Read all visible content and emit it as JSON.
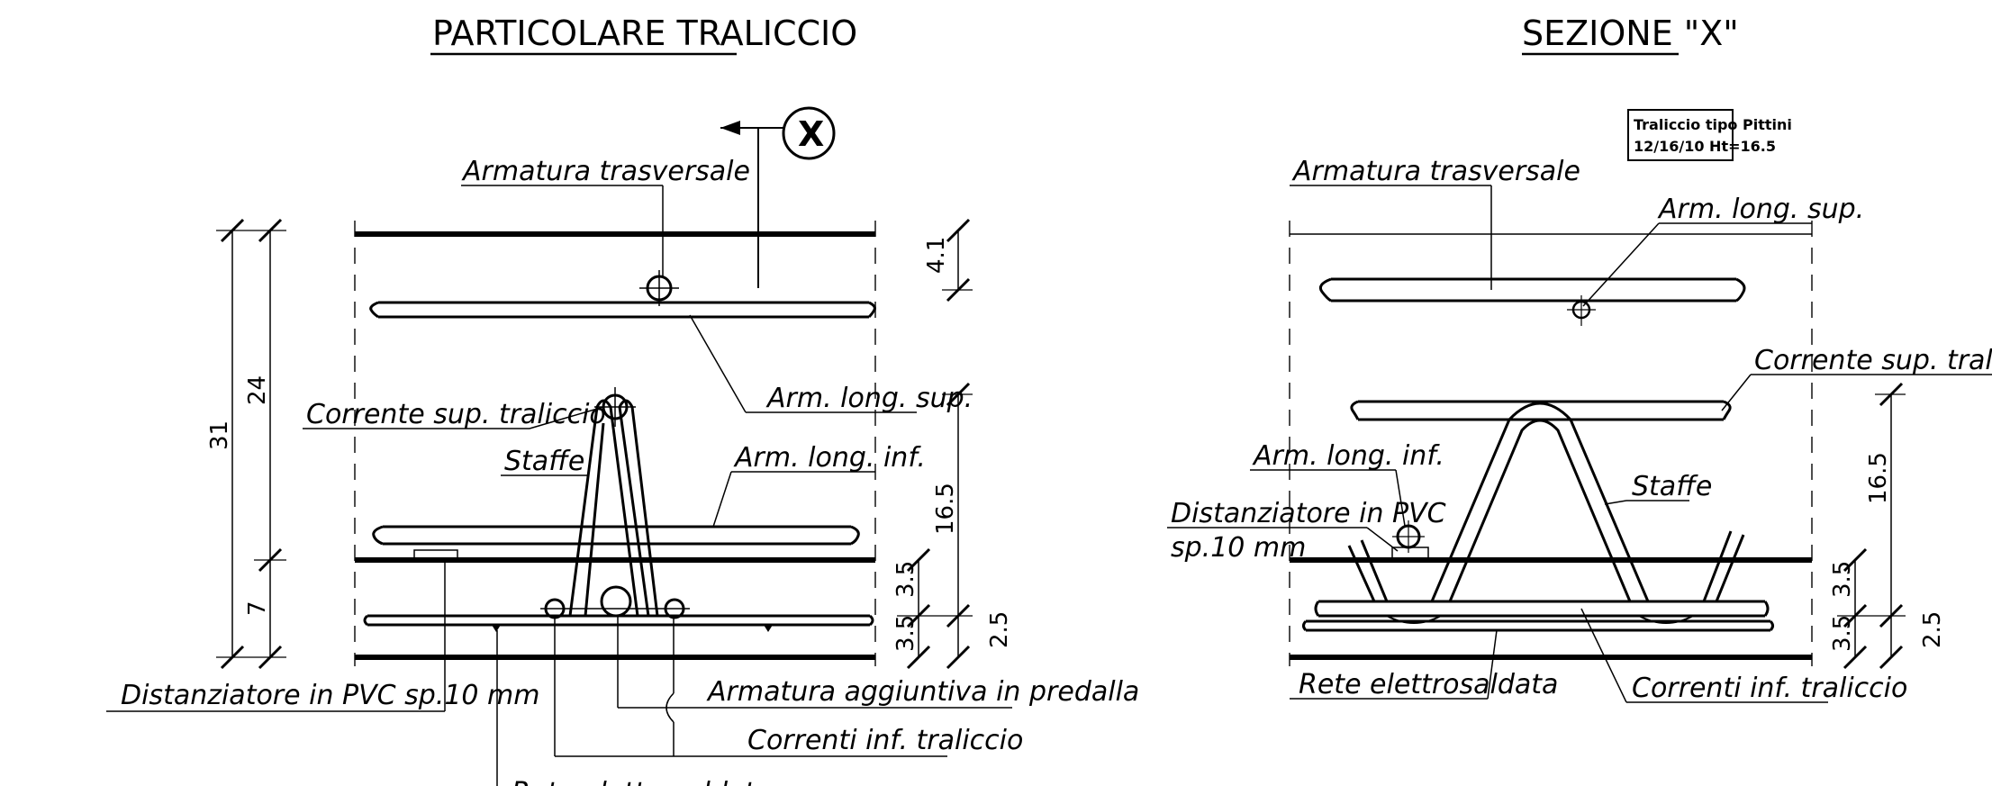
{
  "left": {
    "title": "PARTICOLARE TRALICCIO",
    "section_mark": "X",
    "labels": {
      "armatura_trasversale": "Armatura trasversale",
      "arm_long_sup": "Arm. long. sup.",
      "corrente_sup": "Corrente sup. traliccio",
      "staffe": "Staffe",
      "arm_long_inf": "Arm. long. inf.",
      "distanziatore": "Distanziatore in PVC sp.10 mm",
      "armatura_aggiuntiva": "Armatura aggiuntiva in predalla",
      "correnti_inf": "Correnti inf. traliccio",
      "rete_partial": "Rete elettrosaldata"
    },
    "dims": {
      "d31": "31",
      "d24": "24",
      "d7": "7",
      "d41": "4.1",
      "d165": "16.5",
      "d35a": "3.5",
      "d35b": "3.5",
      "d25": "2.5"
    }
  },
  "right": {
    "title": "SEZIONE \"X\"",
    "box_line1": "Traliccio tipo Pittini",
    "box_line2": "12/16/10 Ht=16.5",
    "labels": {
      "armatura_trasversale": "Armatura trasversale",
      "arm_long_sup": "Arm. long. sup.",
      "corrente_sup": "Corrente sup. traliccio",
      "arm_long_inf": "Arm. long. inf.",
      "staffe": "Staffe",
      "distanziatore_1": "Distanziatore in PVC",
      "distanziatore_2": "sp.10 mm",
      "rete": "Rete elettrosaldata",
      "correnti_inf": "Correnti inf. traliccio"
    },
    "dims": {
      "d165": "16.5",
      "d35a": "3.5",
      "d35b": "3.5",
      "d25": "2.5"
    }
  }
}
